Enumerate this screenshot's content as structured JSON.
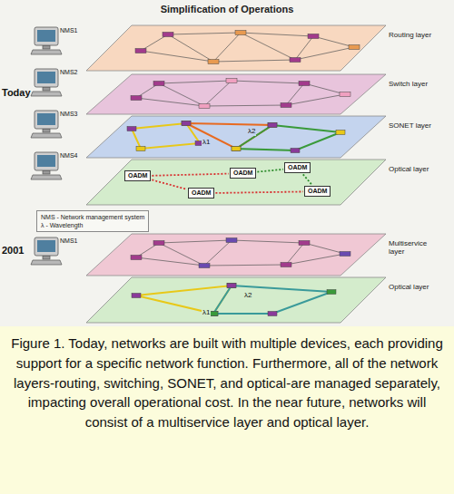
{
  "diagram": {
    "title": "Simplification of Operations",
    "caption": "Figure 1. Today, networks are built with multiple devices, each providing support for a specific network function. Furthermore, all of the network layers-routing, switching, SONET, and optical-are managed separately, impacting overall operational cost. In the near future, networks will consist of a multiservice layer and optical layer.",
    "nodes": [
      {
        "text": [
          "Routing layer"
        ]
      },
      {
        "text": [
          "Switch layer"
        ]
      },
      {
        "text": [
          "SONET layer"
        ]
      },
      {
        "text": [
          "Optical layer"
        ]
      },
      {
        "text": [
          "OADM"
        ],
        "in": 3
      },
      {
        "text": [
          "OADM"
        ],
        "in": 3
      },
      {
        "text": [
          "OADM"
        ],
        "in": 3
      },
      {
        "text": [
          "OADM"
        ],
        "in": 3
      },
      {
        "text": [
          "OADM"
        ],
        "in": 3
      },
      {
        "text": [
          "NMS - Network management system",
          "λ - Wavelength"
        ]
      },
      {
        "text": [
          "Multiservice layer"
        ]
      },
      {
        "text": [
          "Optical layer"
        ]
      }
    ],
    "edges": [
      {
        "from": 4,
        "to": 5,
        "arrow": "none"
      },
      {
        "from": 5,
        "to": 8,
        "arrow": "none"
      },
      {
        "from": 4,
        "to": 6,
        "arrow": "none"
      },
      {
        "from": 6,
        "to": 7,
        "arrow": "none"
      },
      {
        "from": 7,
        "to": 8,
        "arrow": "none"
      }
    ],
    "labels": [
      "Today",
      "NMS1",
      "NMS2",
      "NMS3",
      "NMS4",
      "λ1",
      "λ2",
      "2001",
      "NMS1",
      "λ1",
      "λ2"
    ]
  }
}
